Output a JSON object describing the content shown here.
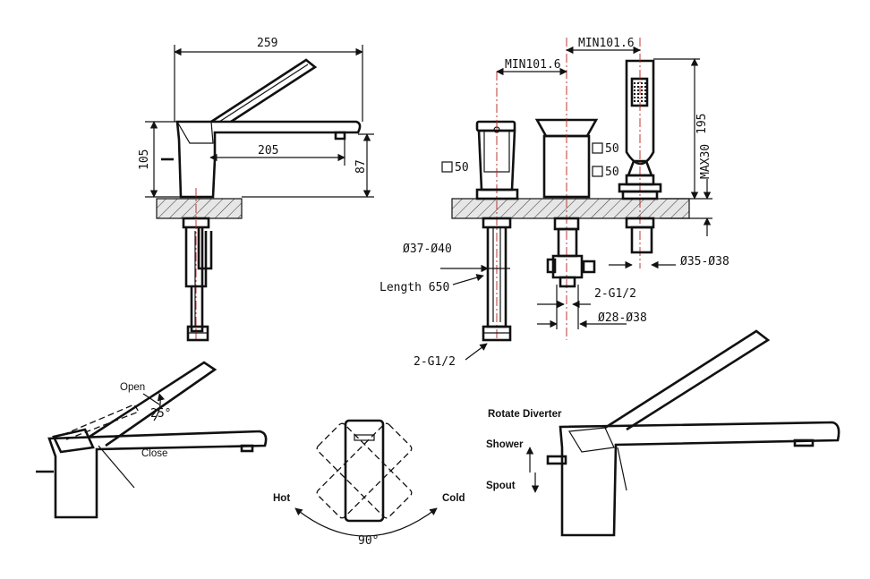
{
  "dimensions": {
    "overall_length": "259",
    "spout_reach": "205",
    "height_left": "105",
    "spout_height": "87",
    "min_spacing_1": "MIN101.6",
    "min_spacing_2": "MIN101.6",
    "handset_height": "195",
    "max_deck": "MAX30",
    "square_50_a": "50",
    "square_50_b": "50",
    "square_50_c": "50",
    "hole_diameter_1": "Ø37-Ø40",
    "hole_diameter_2": "Ø35-Ø38",
    "hole_diameter_3": "Ø28-Ø38",
    "hose_length": "Length 650",
    "thread_1": "2-G1/2",
    "thread_2": "2-G1/2"
  },
  "annotations": {
    "open": "Open",
    "close": "Close",
    "angle_lever": "25°",
    "hot": "Hot",
    "cold": "Cold",
    "angle_rotation": "90°",
    "rotate_diverter": "Rotate Diverter",
    "shower": "Shower",
    "spout": "Spout"
  }
}
